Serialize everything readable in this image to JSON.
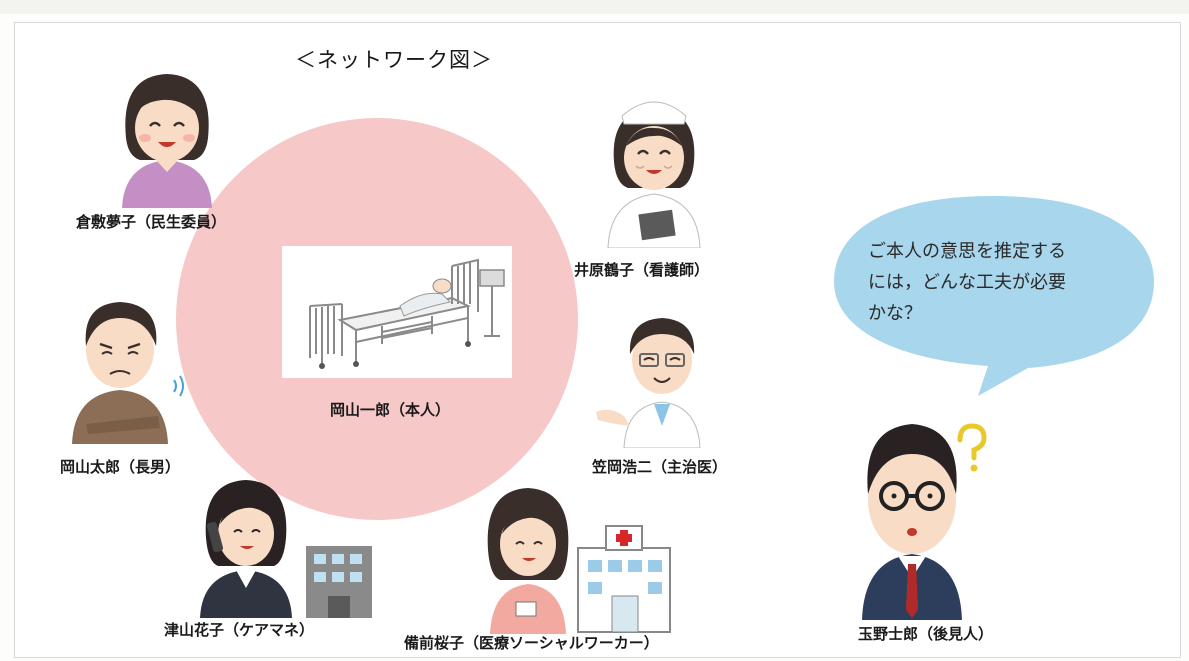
{
  "title": "＜ネットワーク図＞",
  "center_person": "岡山一郎（本人）",
  "speech_bubble": [
    "ご本人の意思を推定する",
    "には，どんな工夫が必要",
    "かな？"
  ],
  "people": {
    "welfare_commissioner": "倉敷夢子（民生委員）",
    "nurse": "井原鶴子（看護師）",
    "eldest_son": "岡山太郎（長男）",
    "doctor": "笠岡浩二（主治医）",
    "care_manager": "津山花子（ケアマネ）",
    "social_worker": "備前桜子（医療ソーシャルワーカー）",
    "guardian": "玉野士郎（後見人）"
  },
  "colors": {
    "circle": "#f6c8c8",
    "bubble": "#a8d6ec",
    "skin": "#f8dcc6",
    "hair": "#3a2e2a"
  }
}
